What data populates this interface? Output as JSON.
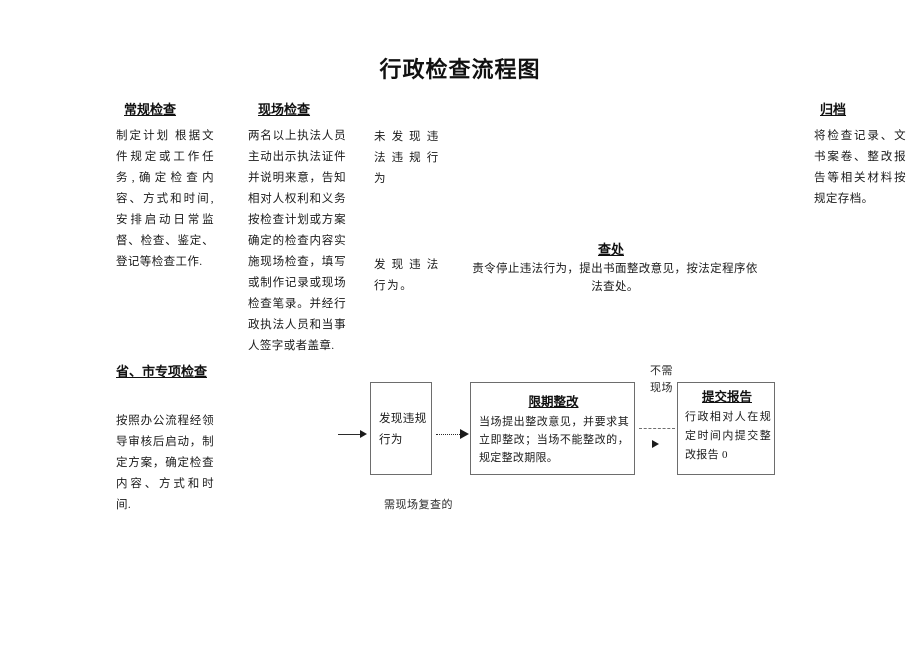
{
  "document": {
    "title": "行政检查流程图"
  },
  "columns": {
    "routine_inspection": {
      "heading": "常规检查",
      "body": "制定计划 根据文件规定或工作任务,确定检查内容、方式和时间,安排启动日常监督、检查、鉴定、登记等检查工作."
    },
    "onsite_inspection": {
      "heading": "现场检查",
      "body": "两名以上执法人员主动出示执法证件并说明来意，告知相对人权利和义务按检查计划或方案确定的检查内容实施现场检查，填写或制作记录或现场检查笔录。并经行政执法人员和当事人签字或者盖章."
    },
    "special_inspection": {
      "heading": "省、市专项检查",
      "body": "按照办公流程经领导审核后启动，制定方案，确定检查内容、方式和时间."
    },
    "archive": {
      "heading": "归档",
      "body": "将检查记录、文书案卷、整改报告等相关材料按规定存档。"
    }
  },
  "outcomes": {
    "no_violation_label": "未 发 现 违 法 违 规 行 为",
    "violation_found_label": "发 现 违 法 行为。",
    "investigation": {
      "heading": "查处",
      "body": "责令停止违法行为，提出书面整改意见，按法定程序依法查处。"
    }
  },
  "flow": {
    "box_violation": {
      "text": "发现违规行为"
    },
    "box_rectification": {
      "title": "限期整改",
      "body": "当场提出整改意见，并要求其立即整改；当场不能整改的，规定整改期限。"
    },
    "box_submit_report": {
      "title": "提交报告",
      "body": "行政相对人在规定时间内提交整改报告 0"
    },
    "labels": {
      "need_onsite_recheck": "需现场复查的",
      "no_onsite_needed": "不需\n现场"
    }
  }
}
